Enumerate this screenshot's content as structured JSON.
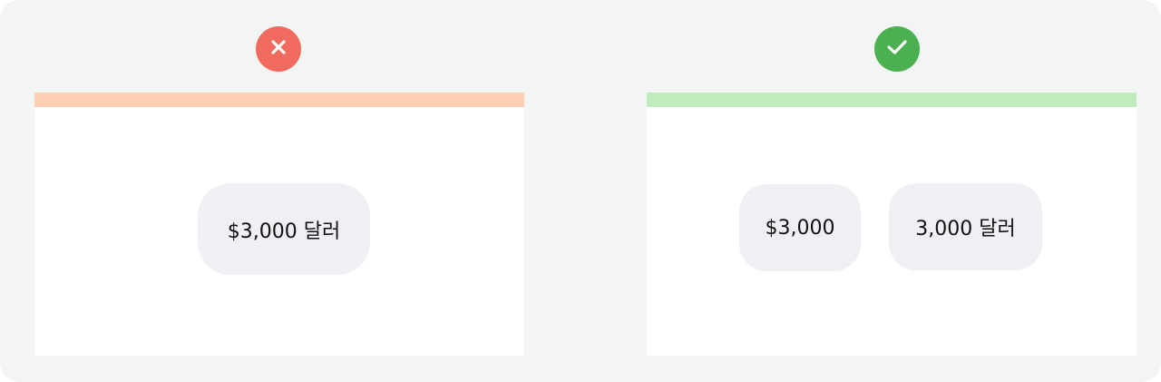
{
  "colors": {
    "background": "#f3f4f4",
    "bad_accent": "#f06a5f",
    "bad_bar": "#fdd0b6",
    "good_accent": "#4bb050",
    "good_bar": "#bfebbd",
    "chip_bg": "#eef0f4"
  },
  "bad_example": {
    "icon": "close-icon",
    "chips": [
      "$3,000 달러"
    ]
  },
  "good_example": {
    "icon": "check-icon",
    "chips": [
      "$3,000",
      "3,000 달러"
    ]
  }
}
